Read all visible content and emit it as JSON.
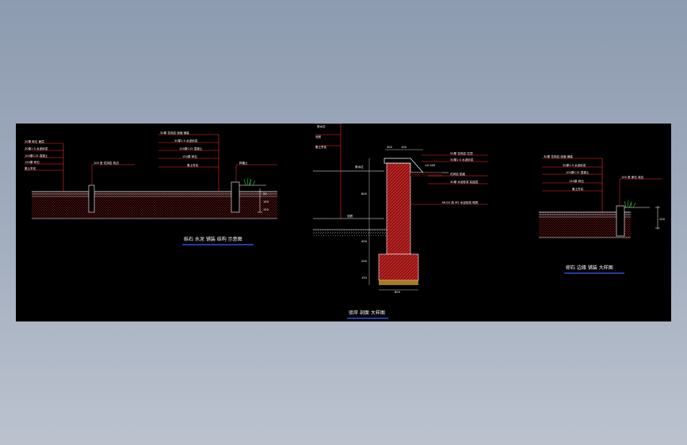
{
  "colors": {
    "background": "#000000",
    "leader": "#ff2a2a",
    "section_fill": "#b01c1c",
    "linework": "#ffffff",
    "grass": "#2ecc40",
    "caption_underline": "#3b5cff",
    "footing_fill": "#c8a020"
  },
  "icons": [
    "grass-icon",
    "section-cut-icon",
    "dimension-tick-icon"
  ],
  "drawings": {
    "left": {
      "title": "砾石 水泥 铺装 结构 示意图",
      "callouts_left": [
        "20厚 砾石 面层",
        "30厚1:3 水泥砂浆",
        "100厚C15 混凝土",
        "150厚 碎石",
        "素土夯实"
      ],
      "callouts_right": [
        "30厚 花岗岩 烧面 铺装",
        "30厚1:3 水泥砂浆",
        "100厚C15 混凝土",
        "150厚 碎石",
        "素土夯实"
      ],
      "mid_note": "100 宽 花岗岩 收边",
      "right_note": "种植土",
      "dims": [
        "50",
        "100",
        "150"
      ]
    },
    "middle": {
      "title": "驳岸 剖面 大样图",
      "top_dims": [
        "300",
        "100"
      ],
      "callouts_right": [
        "50厚 花岗岩 压顶",
        "30厚1:3 水泥砂浆",
        "花岗岩 贴面",
        "30厚 水泥砂浆 粘结层",
        "MU10 砖 M5 水泥砂浆 砌筑"
      ],
      "left_callouts": [
        "常水位",
        "池底",
        "素土夯实"
      ],
      "water_labels": [
        "常水位",
        "池底"
      ],
      "level_note": "±0.000",
      "side_dims": [
        "600",
        "400",
        "200",
        "150"
      ],
      "base_dim": "800"
    },
    "right": {
      "title": "卵石 边缘 铺装 大样图",
      "callouts": [
        "30厚 花岗岩 烧面 铺装",
        "30厚1:3 水泥砂浆",
        "100厚C15 混凝土",
        "150厚 碎石",
        "素土夯实"
      ],
      "right_note": "100 宽 卵石 收边",
      "dims": [
        "200"
      ]
    }
  }
}
